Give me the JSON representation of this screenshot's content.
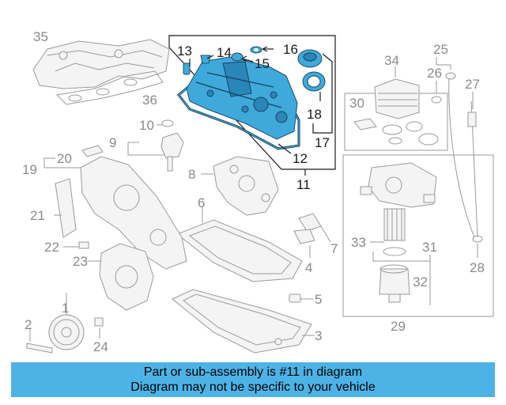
{
  "diagram": {
    "highlight_color": "#3fa9dc",
    "callouts": {
      "c1": "1",
      "c2": "2",
      "c3": "3",
      "c4": "4",
      "c5": "5",
      "c6": "6",
      "c7": "7",
      "c8": "8",
      "c9": "9",
      "c10": "10",
      "c11": "11",
      "c12": "12",
      "c13": "13",
      "c14": "14",
      "c15": "15",
      "c16": "16",
      "c17": "17",
      "c18": "18",
      "c19": "19",
      "c20": "20",
      "c21": "21",
      "c22": "22",
      "c23": "23",
      "c24": "24",
      "c25": "25",
      "c26": "26",
      "c27": "27",
      "c28": "28",
      "c29": "29",
      "c30": "30",
      "c31": "31",
      "c32": "32",
      "c33": "33",
      "c34": "34",
      "c35": "35",
      "c36": "36"
    }
  },
  "banner": {
    "color": "#4db3e6",
    "line1": "Part or sub-assembly is #11 in diagram",
    "line2": "Diagram may not be specific to your vehicle"
  }
}
